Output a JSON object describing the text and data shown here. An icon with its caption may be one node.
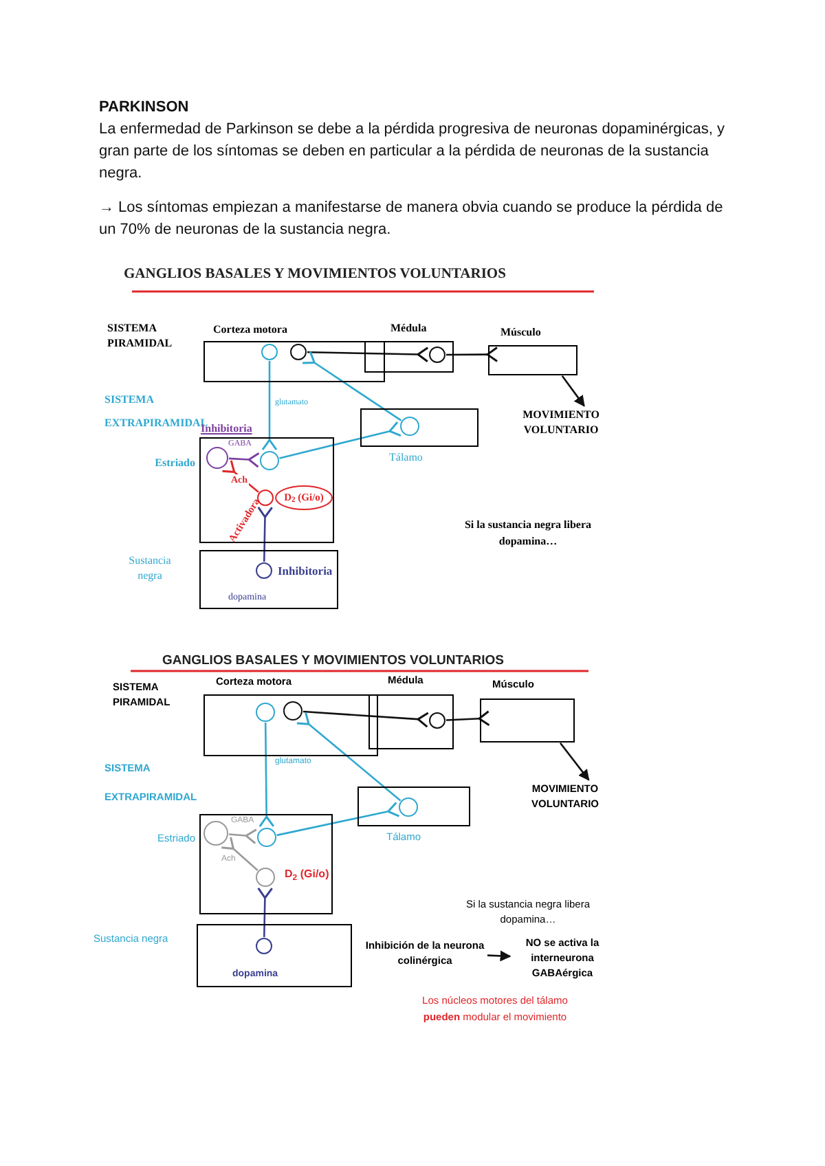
{
  "diagram": {
    "title": "PARKINSON",
    "nodes": [
      {
        "text": [
          "Corteza motora"
        ]
      },
      {
        "text": [
          "Médula"
        ]
      },
      {
        "text": [
          "Músculo"
        ]
      },
      {
        "text": [
          "MOVIMIENTO VOLUNTARIO"
        ]
      },
      {
        "text": [
          "Tálamo"
        ]
      },
      {
        "text": [
          "Estriado"
        ]
      },
      {
        "text": [
          "Sustancia negra",
          "dopamina"
        ]
      },
      {
        "text": [],
        "shape": "circle",
        "in": 0
      },
      {
        "text": [],
        "shape": "circle",
        "in": 0
      },
      {
        "text": [],
        "shape": "circle",
        "in": 1
      },
      {
        "text": [],
        "shape": "circle",
        "in": 4
      },
      {
        "text": [],
        "shape": "circle",
        "in": 5
      },
      {
        "text": [],
        "shape": "circle",
        "in": 5
      },
      {
        "text": [],
        "shape": "circle",
        "in": 5
      },
      {
        "text": [
          "D$_{2}$ (Gi/o)"
        ],
        "in": 5
      },
      {
        "text": [],
        "shape": "circle",
        "in": 6,
        "beside": [
          "Inhibitoria"
        ]
      },
      {
        "text": [
          "Corteza motora"
        ]
      },
      {
        "text": [
          "Médula"
        ]
      },
      {
        "text": [
          "Músculo"
        ]
      },
      {
        "text": [
          "MOVIMIENTO VOLUNTARIO"
        ]
      },
      {
        "text": [
          "Tálamo"
        ]
      },
      {
        "text": [
          "Estriado"
        ]
      },
      {
        "text": [
          "Sustancia negra",
          "dopamina"
        ]
      },
      {
        "text": [],
        "shape": "circle",
        "in": 16
      },
      {
        "text": [],
        "shape": "circle",
        "in": 16
      },
      {
        "text": [],
        "shape": "circle",
        "in": 17
      },
      {
        "text": [],
        "shape": "circle",
        "in": 20
      },
      {
        "text": [],
        "shape": "circle",
        "in": 21
      },
      {
        "text": [],
        "shape": "circle",
        "in": 21
      },
      {
        "text": [],
        "shape": "circle",
        "in": 21,
        "beside": [
          "D$_{2}$ (Gi/o)"
        ]
      },
      {
        "text": [],
        "shape": "circle",
        "in": 22
      },
      {
        "text": [
          "Inhibición de la neurona colinérgica"
        ]
      },
      {
        "text": [
          "NO se activa la interneurona GABAérgica"
        ]
      }
    ],
    "edges": [
      {
        "from": 8,
        "to": 9,
        "arrow": "other",
        "color": "#111111"
      },
      {
        "from": 9,
        "to": 2,
        "arrow": "other",
        "color": "#111111"
      },
      {
        "from": 2,
        "to": 3,
        "arrow": "to",
        "color": "#111111"
      },
      {
        "from": 10,
        "to": 8,
        "arrow": "other",
        "color": "#2fa8d0"
      },
      {
        "from": 7,
        "to": 12,
        "arrow": "other",
        "color": "#2fa8d0",
        "label": "glutamato"
      },
      {
        "from": 12,
        "to": 10,
        "arrow": "other",
        "color": "#2fa8d0"
      },
      {
        "from": 11,
        "to": 12,
        "arrow": "other",
        "color": "#7b3fa0",
        "label": "GABA"
      },
      {
        "from": 13,
        "to": 11,
        "arrow": "other",
        "color": "#e0262a",
        "label": "Ach"
      },
      {
        "from": 15,
        "to": 13,
        "arrow": "other",
        "color": "#3a3f8f"
      },
      {
        "from": 24,
        "to": 25,
        "arrow": "other",
        "color": "#111111"
      },
      {
        "from": 25,
        "to": 18,
        "arrow": "other",
        "color": "#111111"
      },
      {
        "from": 18,
        "to": 19,
        "arrow": "to",
        "color": "#111111"
      },
      {
        "from": 26,
        "to": 24,
        "arrow": "other",
        "color": "#2fa8d0"
      },
      {
        "from": 23,
        "to": 28,
        "arrow": "other",
        "color": "#2fa8d0",
        "label": "glutamato"
      },
      {
        "from": 28,
        "to": 26,
        "arrow": "other",
        "color": "#2fa8d0"
      },
      {
        "from": 27,
        "to": 28,
        "arrow": "other",
        "color": "#9a9a9a",
        "label": "GABA"
      },
      {
        "from": 29,
        "to": 27,
        "arrow": "other",
        "color": "#9a9a9a",
        "label": "Ach"
      },
      {
        "from": 30,
        "to": 29,
        "arrow": "other",
        "color": "#3a3f8f"
      },
      {
        "from": 31,
        "to": 32,
        "arrow": "to",
        "color": "#111111"
      }
    ],
    "labels": [
      "La enfermedad de Parkinson se debe a la pérdida progresiva de neuronas dopaminérgicas, y gran parte de los síntomas se deben en particular a la pérdida de neuronas de la sustancia negra.",
      "→ Los síntomas empiezan a manifestarse de manera obvia cuando se produce la pérdida de un 70% de neuronas de la sustancia negra.",
      "GANGLIOS BASALES Y MOVIMIENTOS VOLUNTARIOS",
      "SISTEMA PIRAMIDAL",
      "SISTEMA EXTRAPIRAMIDAL",
      "Inhibitoria",
      "Activadora",
      "Si la sustancia negra libera dopamina…",
      "GANGLIOS BASALES Y MOVIMIENTOS VOLUNTARIOS",
      "SISTEMA PIRAMIDAL",
      "SISTEMA EXTRAPIRAMIDAL",
      "Si la sustancia negra libera dopamina…",
      "Los núcleos motores del tálamo **pueden** modular el movimiento"
    ]
  }
}
